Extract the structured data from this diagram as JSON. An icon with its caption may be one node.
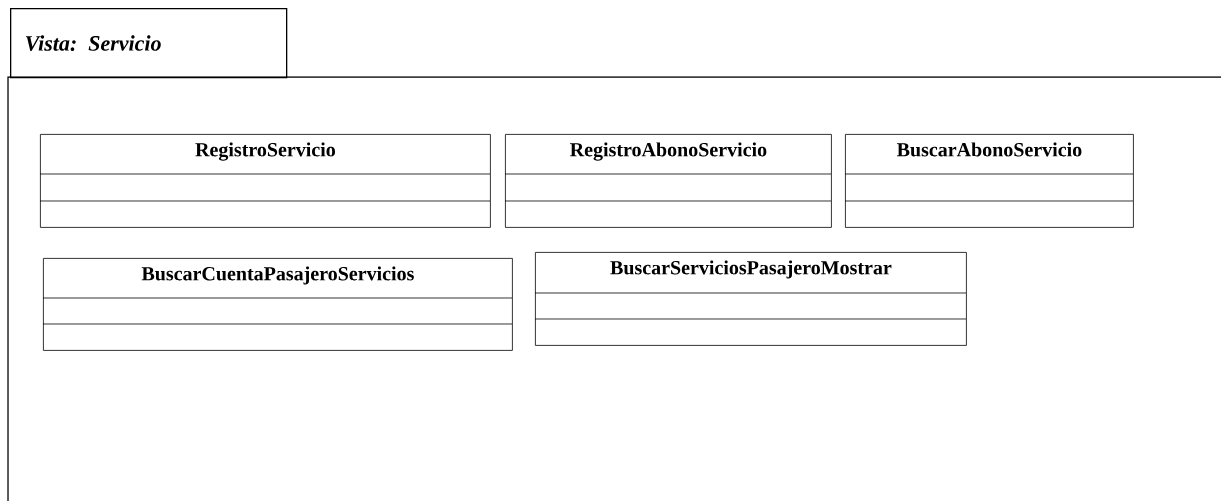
{
  "diagram": {
    "nodes": [
      {
        "text": [
          "Vista: Servicio"
        ]
      },
      {
        "text": [
          "RegistroServicio"
        ],
        "in": 0
      },
      {
        "text": [
          "RegistroAbonoServicio"
        ],
        "in": 0
      },
      {
        "text": [
          "BuscarAbonoServicio"
        ],
        "in": 0
      },
      {
        "text": [
          "BuscarCuentaPasajeroServicios"
        ],
        "in": 0
      },
      {
        "text": [
          "BuscarServiciosPasajeroMostrar"
        ],
        "in": 0
      }
    ]
  }
}
